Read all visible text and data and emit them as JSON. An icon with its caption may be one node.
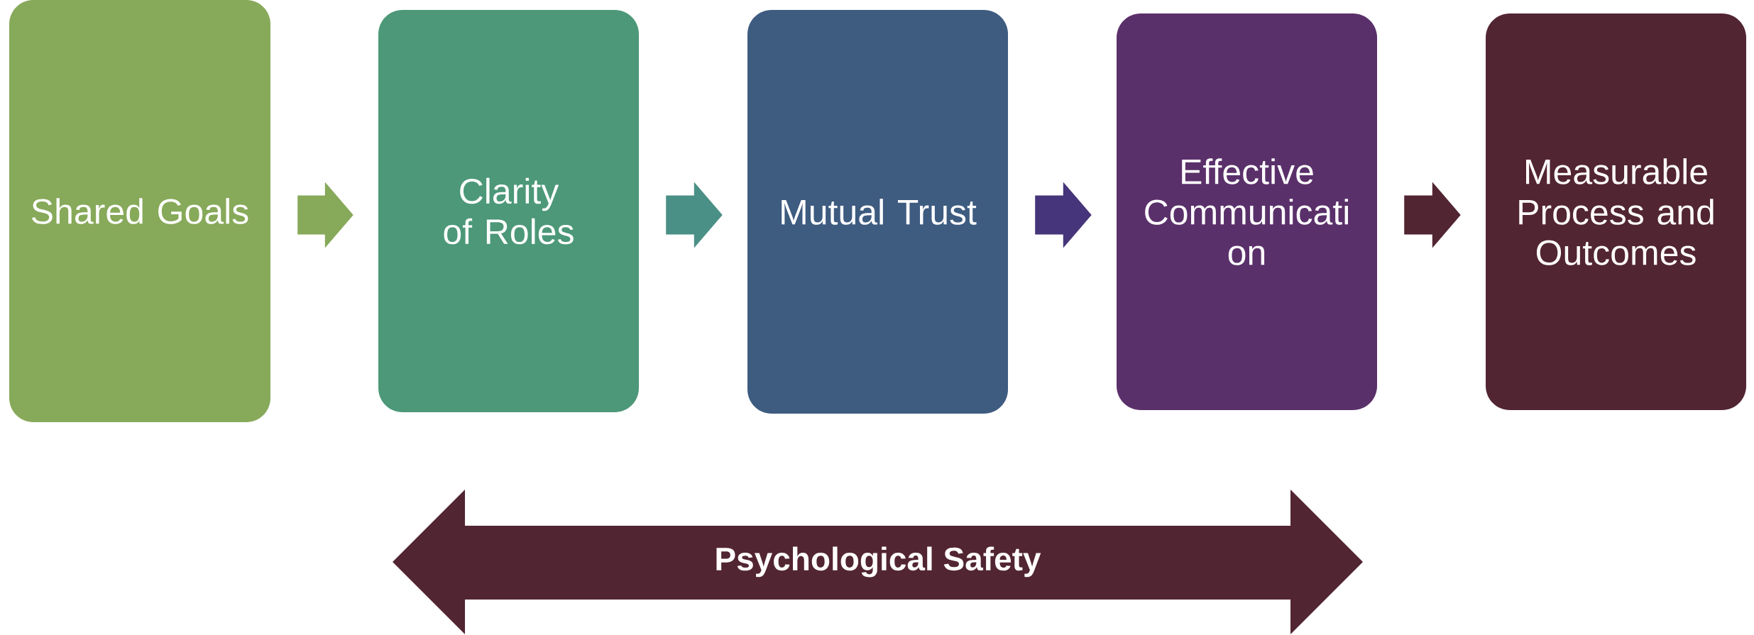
{
  "diagram": {
    "nodes": [
      {
        "text": [
          "Shared Goals"
        ]
      },
      {
        "text": [
          "Clarity of Roles"
        ]
      },
      {
        "text": [
          "Mutual Trust"
        ]
      },
      {
        "text": [
          "Effective Communicati on"
        ]
      },
      {
        "text": [
          "Measurable Process and Outcomes"
        ]
      },
      {
        "text": [
          "Psychological Safety"
        ]
      }
    ],
    "edges": [
      {
        "from": 0,
        "to": 1,
        "arrow": "to",
        "color": "#87a95a"
      },
      {
        "from": 1,
        "to": 2,
        "arrow": "to",
        "color": "#4a9086"
      },
      {
        "from": 2,
        "to": 3,
        "arrow": "to",
        "color": "#46357a"
      },
      {
        "from": 3,
        "to": 4,
        "arrow": "to",
        "color": "#522532"
      }
    ]
  }
}
